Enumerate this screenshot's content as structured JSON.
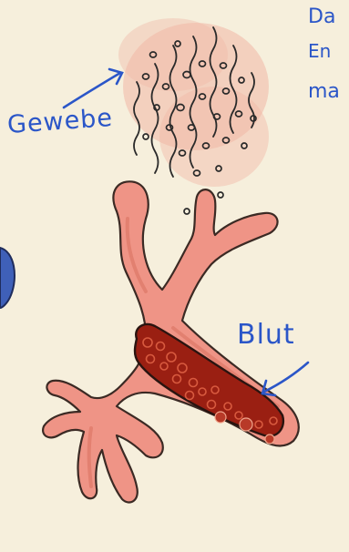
{
  "labels": {
    "tissue": "Gewebe",
    "blood": "Blut"
  },
  "cropped_text": {
    "line1": "Da",
    "line2": "En",
    "line3": "ma"
  },
  "colors": {
    "ink": "#2b56c8",
    "vessel": "#ef9486",
    "vessel_shade": "#d9705f",
    "blood": "#9a1f12",
    "tissue_wash": "#f1b7a6",
    "paper": "#f6efdc"
  }
}
